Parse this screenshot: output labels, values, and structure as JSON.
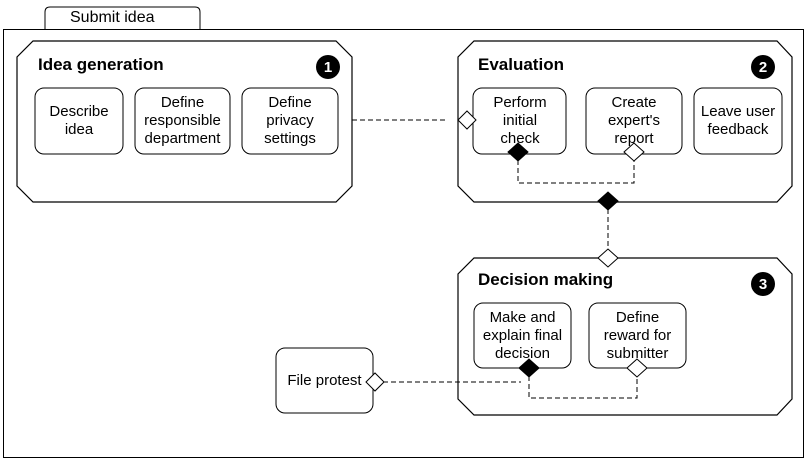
{
  "frame": {
    "tab_label": "Submit idea"
  },
  "groups": {
    "idea_generation": {
      "title": "Idea generation",
      "number": "1",
      "activities": {
        "describe": "Describe idea",
        "department": "Define responsible department",
        "privacy": "Define privacy settings"
      }
    },
    "evaluation": {
      "title": "Evaluation",
      "number": "2",
      "activities": {
        "check": "Perform initial check",
        "expert": "Create expert's report",
        "feedback": "Leave user feedback"
      }
    },
    "decision_making": {
      "title": "Decision making",
      "number": "3",
      "activities": {
        "final": "Make and explain final decision",
        "reward": "Define reward for submitter"
      }
    }
  },
  "external": {
    "protest": "File protest"
  }
}
